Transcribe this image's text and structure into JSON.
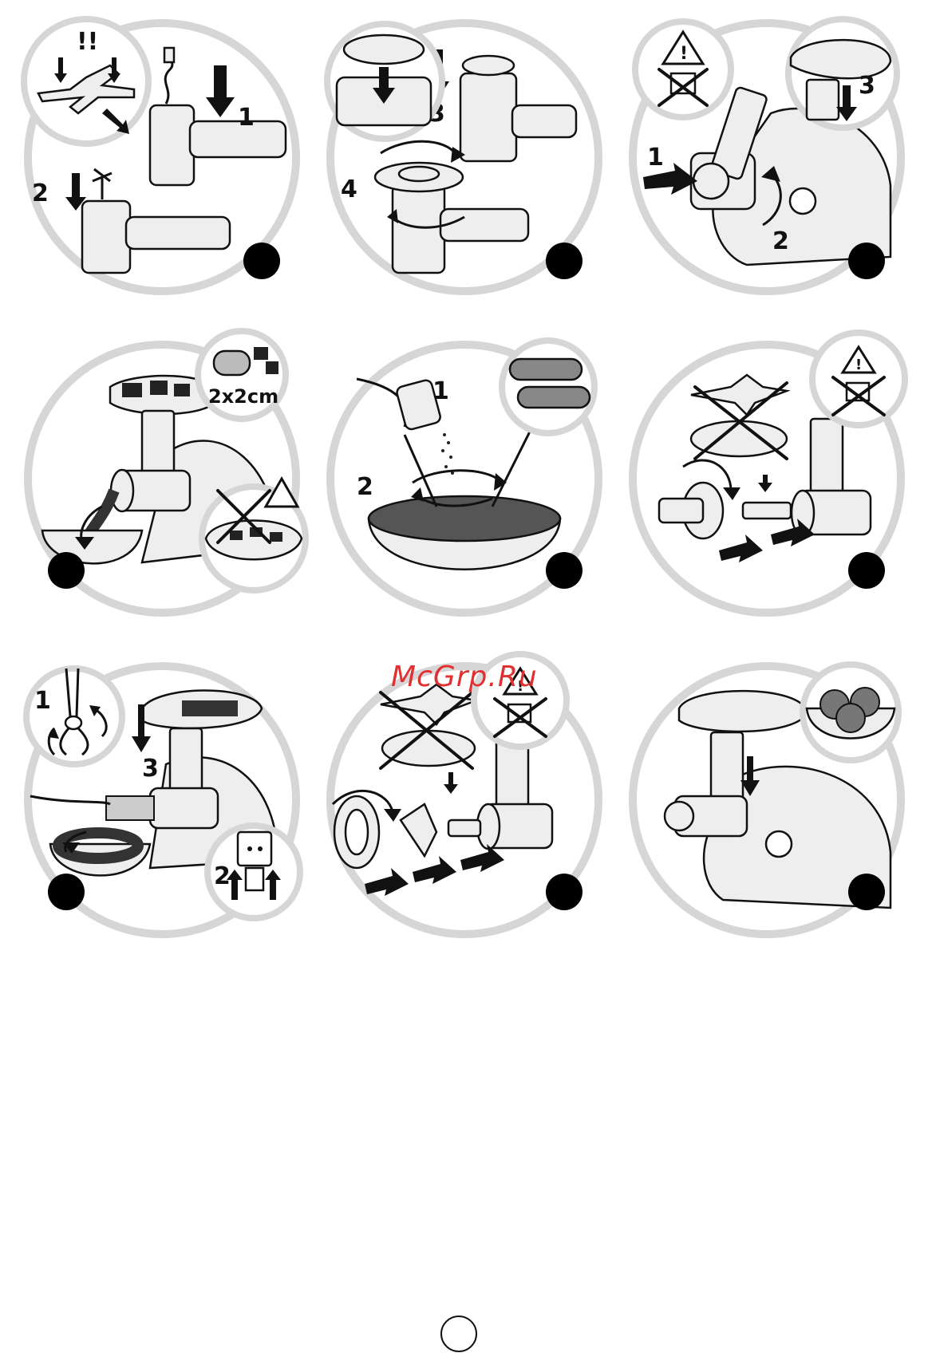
{
  "watermark": "McGrp.Ru",
  "panels": [
    {
      "id": 1,
      "labels": [
        "!!",
        "1",
        "2"
      ]
    },
    {
      "id": 2,
      "labels": [
        "3",
        "4"
      ]
    },
    {
      "id": 3,
      "labels": [
        "1",
        "2",
        "3"
      ]
    },
    {
      "id": 4,
      "labels": [
        "2x2cm"
      ]
    },
    {
      "id": 5,
      "labels": [
        "1",
        "2"
      ]
    },
    {
      "id": 6,
      "labels": []
    },
    {
      "id": 7,
      "labels": [
        "1",
        "3",
        "2"
      ]
    },
    {
      "id": 8,
      "labels": []
    },
    {
      "id": 9,
      "labels": []
    }
  ]
}
